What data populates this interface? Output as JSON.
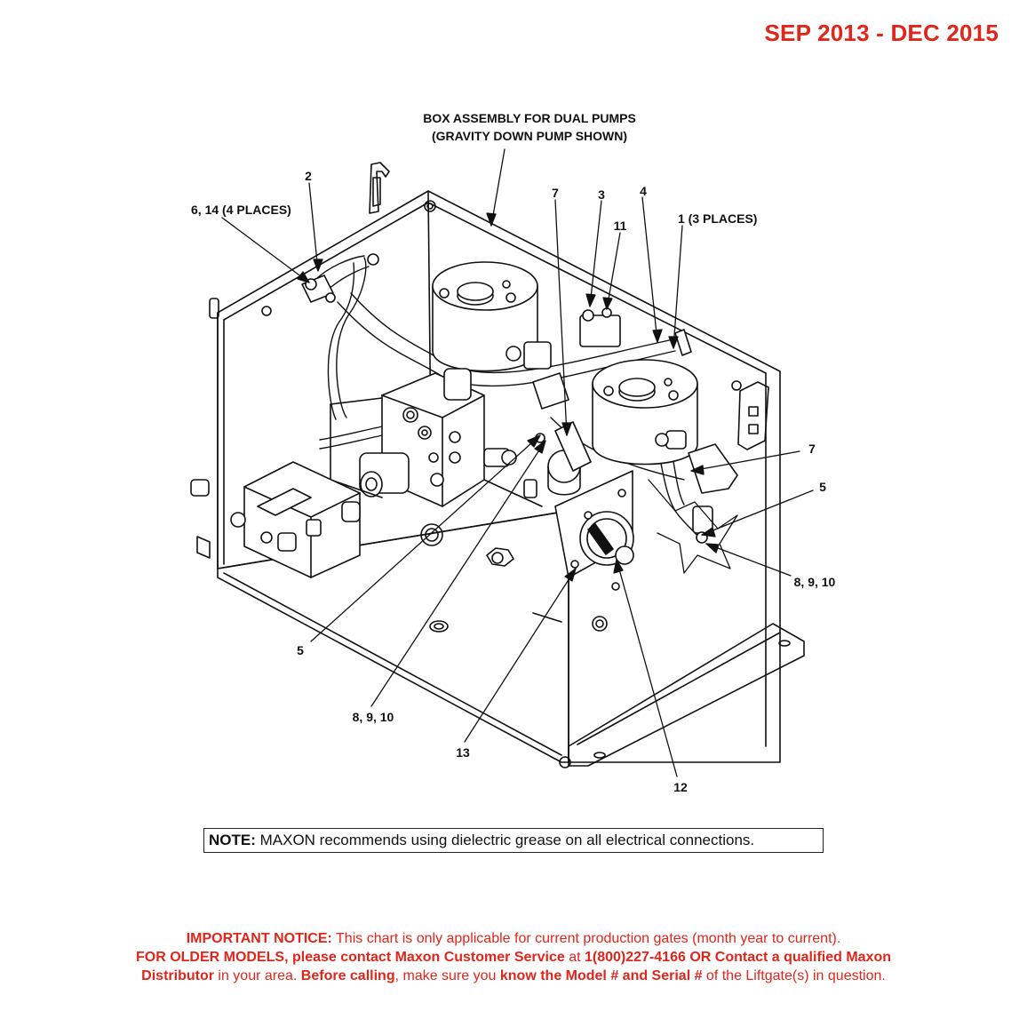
{
  "header": {
    "date_range": "SEP 2013 - DEC 2015"
  },
  "diagram": {
    "title_line1": "BOX ASSEMBLY FOR DUAL PUMPS",
    "title_line2": "(GRAVITY DOWN PUMP SHOWN)",
    "callouts": {
      "c2": "2",
      "c6_14": "6, 14 (4 PLACES)",
      "c7_top": "7",
      "c3": "3",
      "c4": "4",
      "c11": "11",
      "c1": "1 (3 PLACES)",
      "c7_right": "7",
      "c5_right": "5",
      "c8_9_10_right": "8, 9, 10",
      "c5_left": "5",
      "c8_9_10_bottom": "8, 9, 10",
      "c13": "13",
      "c12": "12"
    }
  },
  "note": {
    "label": "NOTE:",
    "text": " MAXON recommends using dielectric grease on all electrical connections."
  },
  "notice": {
    "l1_bold": "IMPORTANT NOTICE:",
    "l1_text": " This chart is only applicable for current production gates (month year to current).",
    "l2_bold": "FOR OLDER MODELS, please contact Maxon Customer Service",
    "l2_text": " at ",
    "l2_bold2": "1(800)227-4166 OR Contact a qualified Maxon",
    "l3_bold": "Distributor",
    "l3_text": " in your area. ",
    "l3_bold2": "Before calling",
    "l3_text2": ", make sure you ",
    "l3_bold3": "know the Model # and Serial #",
    "l3_text3": " of the Liftgate(s) in question."
  }
}
